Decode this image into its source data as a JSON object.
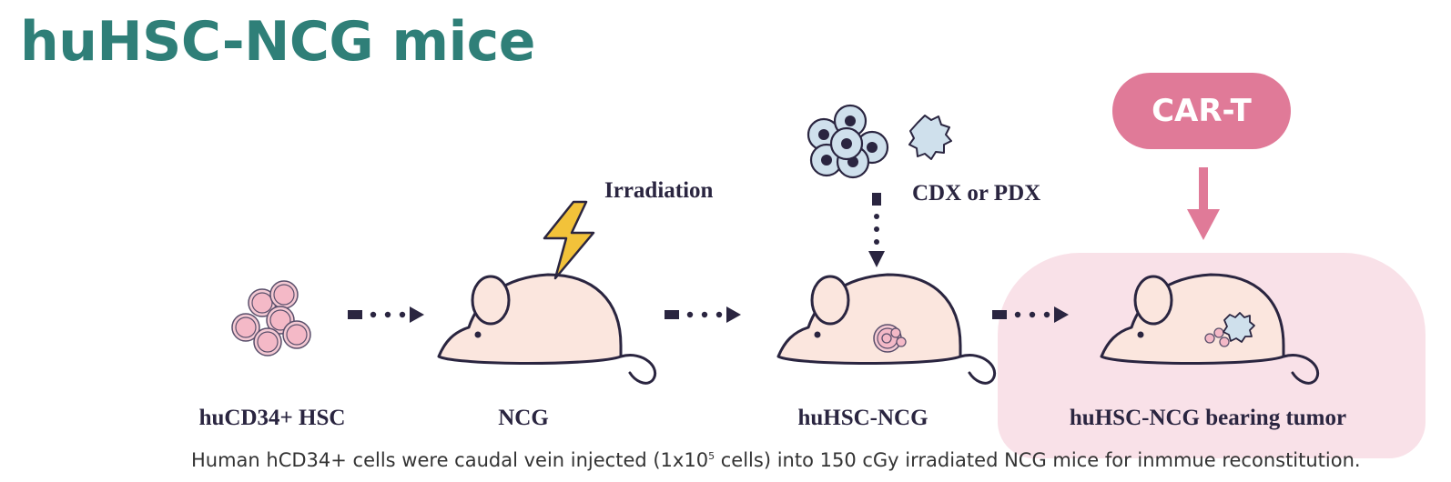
{
  "title": "huHSC-NCG mice",
  "cart_label": "CAR-T",
  "annotations": {
    "irradiation": "Irradiation",
    "cdx_pdx": "CDX or PDX"
  },
  "stages": [
    {
      "label": "huCD34+ HSC"
    },
    {
      "label": "NCG"
    },
    {
      "label": "huHSC-NCG"
    },
    {
      "label": "huHSC-NCG bearing tumor"
    }
  ],
  "caption": {
    "before": "Human hCD34+ cells were caudal vein injected (1x10",
    "sup": "5",
    "after": " cells) into 150 cGy irradiated NCG mice for inmmue reconstitution."
  },
  "colors": {
    "title": "#2f7f78",
    "cart": "#e07a98",
    "panel": "#f9e1e8",
    "mouse_fill": "#fbe6de",
    "outline": "#2a2540",
    "cell_fill": "#cfe0ec"
  }
}
